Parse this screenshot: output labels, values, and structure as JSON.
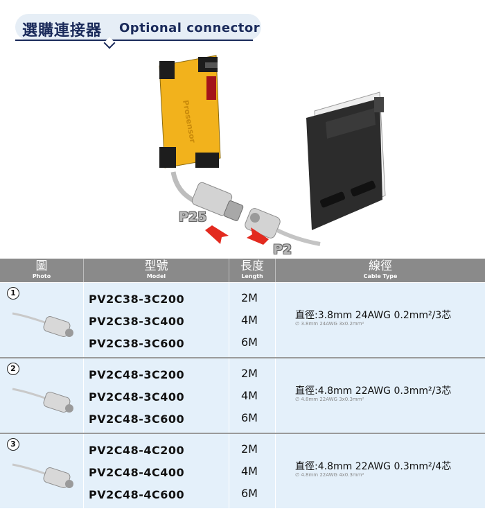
{
  "header": {
    "title_cn": "選購連接器",
    "title_en": "Optional connector"
  },
  "photo": {
    "sensor_brand": "Prosensor",
    "label_p25": "P25",
    "label_p2": "P2"
  },
  "table": {
    "columns": [
      {
        "cn": "圖",
        "en": "Photo"
      },
      {
        "cn": "型號",
        "en": "Model"
      },
      {
        "cn": "長度",
        "en": "Length"
      },
      {
        "cn": "線徑",
        "en": "Cable Type"
      }
    ],
    "rows": [
      {
        "number": "1",
        "models": [
          "PV2C38-3C200",
          "PV2C38-3C400",
          "PV2C38-3C600"
        ],
        "lengths": [
          "2M",
          "4M",
          "6M"
        ],
        "spec": "直徑:3.8mm  24AWG  0.2mm²/3芯",
        "spec_en": "∅ 3.8mm 24AWG 3x0.2mm²"
      },
      {
        "number": "2",
        "models": [
          "PV2C48-3C200",
          "PV2C48-3C400",
          "PV2C48-3C600"
        ],
        "lengths": [
          "2M",
          "4M",
          "6M"
        ],
        "spec": "直徑:4.8mm  22AWG  0.3mm²/3芯",
        "spec_en": "∅ 4.8mm 22AWG 3x0.3mm²"
      },
      {
        "number": "3",
        "models": [
          "PV2C48-4C200",
          "PV2C48-4C400",
          "PV2C48-4C600"
        ],
        "lengths": [
          "2M",
          "4M",
          "6M"
        ],
        "spec": "直徑:4.8mm  22AWG  0.3mm²/4芯",
        "spec_en": "∅ 4.8mm 22AWG 4x0.3mm²"
      }
    ]
  },
  "colors": {
    "header_navy": "#1a2a5a",
    "table_header_gray": "#8a8a8a",
    "cell_blue": "#e4f0fa",
    "sensor_yellow": "#f2b21c",
    "arrow_red": "#e32a1f"
  }
}
